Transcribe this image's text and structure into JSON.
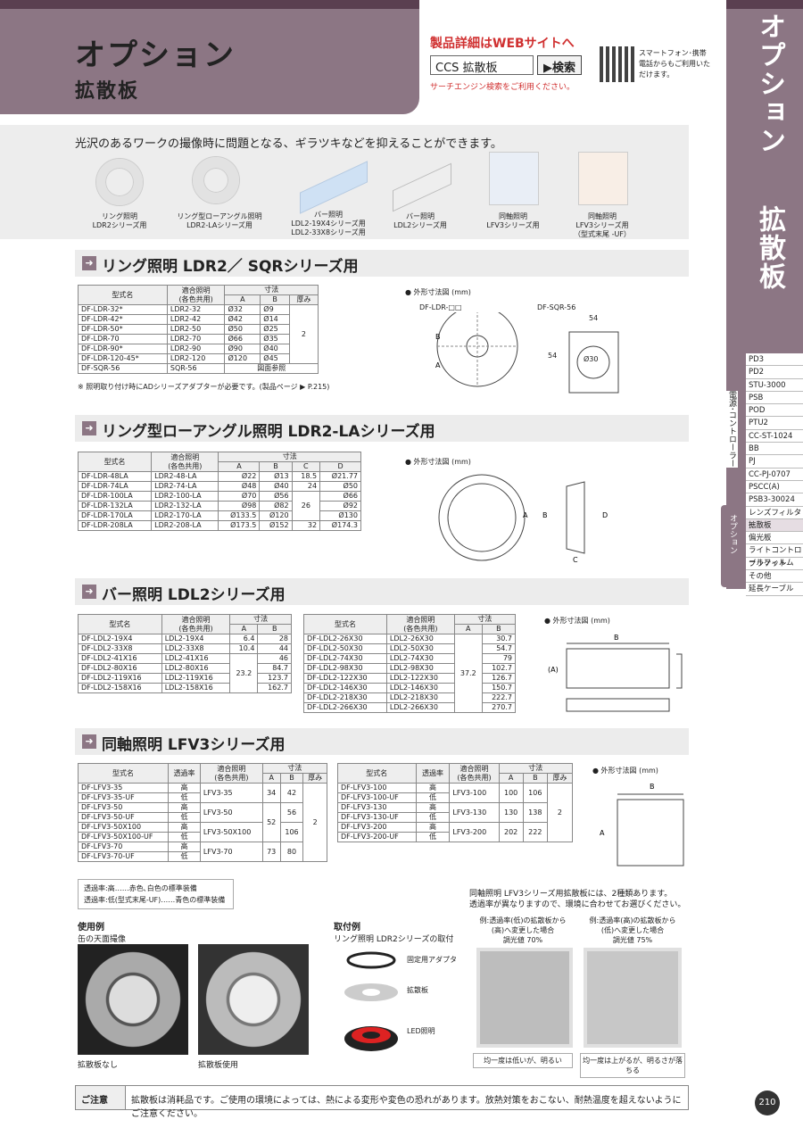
{
  "header": {
    "title": "オプション",
    "subtitle": "拡散板"
  },
  "web": {
    "heading": "製品詳細はWEBサイトへ",
    "search_value": "CCS 拡散板",
    "search_button": "▶検索",
    "note": "サーチエンジン検索をご利用ください。",
    "qr_text": "スマートフォン･携帯電話からもご利用いただけます。"
  },
  "side": {
    "title": "オプション",
    "sub": "拡散板",
    "group1": "電源･コントローラー",
    "group2": "オプション",
    "items": [
      "PD3",
      "PD2",
      "STU-3000",
      "PSB",
      "POD",
      "PTU2",
      "CC-ST-1024",
      "BB",
      "PJ",
      "CC-PJ-0707",
      "PSCC(A)",
      "PSB3-30024",
      "レンズフィルター",
      "拡散板",
      "偏光板",
      "ライトコントロールフィルム",
      "ブラケット",
      "その他",
      "延長ケーブル"
    ]
  },
  "intro": "光沢のあるワークの撮像時に問題となる、ギラツキなどを抑えることができます。",
  "products": [
    {
      "l1": "リング照明",
      "l2": "LDR2シリーズ用",
      "l3": ""
    },
    {
      "l1": "リング型ローアングル照明",
      "l2": "LDR2-LAシリーズ用",
      "l3": ""
    },
    {
      "l1": "バー照明",
      "l2": "LDL2-19X4シリーズ用",
      "l3": "LDL2-33X8シリーズ用"
    },
    {
      "l1": "バー照明",
      "l2": "LDL2シリーズ用",
      "l3": ""
    },
    {
      "l1": "同軸照明",
      "l2": "LFV3シリーズ用",
      "l3": ""
    },
    {
      "l1": "同軸照明",
      "l2": "LFV3シリーズ用",
      "l3": "（型式末尾 -UF）"
    }
  ],
  "s1": {
    "title": "リング照明 LDR2／ SQRシリーズ用",
    "diag": "外形寸法図 (mm)",
    "lbl1": "DF-LDR-□□",
    "lbl2": "DF-SQR-56",
    "d54a": "54",
    "d54b": "54",
    "d30": "Ø30",
    "h": {
      "model": "型式名",
      "light": "適合照明",
      "light2": "(各色共用)",
      "dim": "寸法",
      "a": "A",
      "b": "B",
      "t": "厚み",
      "tval": "2"
    },
    "rows": [
      [
        "DF-LDR-32*",
        "LDR2-32",
        "Ø32",
        "Ø9"
      ],
      [
        "DF-LDR-42*",
        "LDR2-42",
        "Ø42",
        "Ø14"
      ],
      [
        "DF-LDR-50*",
        "LDR2-50",
        "Ø50",
        "Ø25"
      ],
      [
        "DF-LDR-70",
        "LDR2-70",
        "Ø66",
        "Ø35"
      ],
      [
        "DF-LDR-90*",
        "LDR2-90",
        "Ø90",
        "Ø40"
      ],
      [
        "DF-LDR-120-45*",
        "LDR2-120",
        "Ø120",
        "Ø45"
      ]
    ],
    "last": {
      "model": "DF-SQR-56",
      "light": "SQR-56",
      "dim": "図面参照"
    },
    "note": "※ 照明取り付け時にADシリーズアダプターが必要です。(製品ページ ▶ P.215)"
  },
  "s2": {
    "title": "リング型ローアングル照明 LDR2-LAシリーズ用",
    "diag": "外形寸法図 (mm)",
    "h": {
      "c": "C",
      "d": "D"
    },
    "rows": [
      [
        "DF-LDR-48LA",
        "LDR2-48-LA",
        "Ø22",
        "Ø13",
        "18.5",
        "Ø21.77"
      ],
      [
        "DF-LDR-74LA",
        "LDR2-74-LA",
        "Ø48",
        "Ø40",
        "24",
        "Ø50"
      ],
      [
        "DF-LDR-100LA",
        "LDR2-100-LA",
        "Ø70",
        "Ø56",
        "",
        "Ø66"
      ],
      [
        "DF-LDR-132LA",
        "LDR2-132-LA",
        "Ø98",
        "Ø82",
        "26",
        "Ø92"
      ],
      [
        "DF-LDR-170LA",
        "LDR2-170-LA",
        "Ø133.5",
        "Ø120",
        "",
        "Ø130"
      ],
      [
        "DF-LDR-208LA",
        "LDR2-208-LA",
        "Ø173.5",
        "Ø152",
        "32",
        "Ø174.3"
      ]
    ]
  },
  "s3": {
    "title": "バー照明 LDL2シリーズ用",
    "diag": "外形寸法図 (mm)",
    "a_shared": "23.2",
    "a2_shared": "37.2",
    "rows": [
      [
        "DF-LDL2-19X4",
        "LDL2-19X4",
        "6.4",
        "28"
      ],
      [
        "DF-LDL2-33X8",
        "LDL2-33X8",
        "10.4",
        "44"
      ],
      [
        "DF-LDL2-41X16",
        "LDL2-41X16",
        "",
        "46"
      ],
      [
        "DF-LDL2-80X16",
        "LDL2-80X16",
        "",
        "84.7"
      ],
      [
        "DF-LDL2-119X16",
        "LDL2-119X16",
        "",
        "123.7"
      ],
      [
        "DF-LDL2-158X16",
        "LDL2-158X16",
        "",
        "162.7"
      ]
    ],
    "rows2": [
      [
        "DF-LDL2-26X30",
        "LDL2-26X30",
        "30.7"
      ],
      [
        "DF-LDL2-50X30",
        "LDL2-50X30",
        "54.7"
      ],
      [
        "DF-LDL2-74X30",
        "LDL2-74X30",
        "79"
      ],
      [
        "DF-LDL2-98X30",
        "LDL2-98X30",
        "102.7"
      ],
      [
        "DF-LDL2-122X30",
        "LDL2-122X30",
        "126.7"
      ],
      [
        "DF-LDL2-146X30",
        "LDL2-146X30",
        "150.7"
      ],
      [
        "DF-LDL2-218X30",
        "LDL2-218X30",
        "222.7"
      ],
      [
        "DF-LDL2-266X30",
        "LDL2-266X30",
        "270.7"
      ]
    ]
  },
  "s4": {
    "title": "同軸照明 LFV3シリーズ用",
    "diag": "外形寸法図 (mm)",
    "trans": "透過率",
    "rows": [
      [
        "DF-LFV3-35",
        "高",
        "LFV3-35",
        "34",
        "42"
      ],
      [
        "DF-LFV3-35-UF",
        "低",
        "",
        "",
        ""
      ],
      [
        "DF-LFV3-50",
        "高",
        "LFV3-50",
        "52",
        "56"
      ],
      [
        "DF-LFV3-50-UF",
        "低",
        "",
        "",
        ""
      ],
      [
        "DF-LFV3-50X100",
        "高",
        "LFV3-50X100",
        "",
        "106"
      ],
      [
        "DF-LFV3-50X100-UF",
        "低",
        "",
        "",
        ""
      ],
      [
        "DF-LFV3-70",
        "高",
        "LFV3-70",
        "73",
        "80"
      ],
      [
        "DF-LFV3-70-UF",
        "低",
        "",
        "",
        ""
      ]
    ],
    "rows2": [
      [
        "DF-LFV3-100",
        "高",
        "LFV3-100",
        "100",
        "106"
      ],
      [
        "DF-LFV3-100-UF",
        "低",
        "",
        "",
        ""
      ],
      [
        "DF-LFV3-130",
        "高",
        "LFV3-130",
        "130",
        "138"
      ],
      [
        "DF-LFV3-130-UF",
        "低",
        "",
        "",
        ""
      ],
      [
        "DF-LFV3-200",
        "高",
        "LFV3-200",
        "202",
        "222"
      ],
      [
        "DF-LFV3-200-UF",
        "低",
        "",
        "",
        ""
      ]
    ],
    "legend1": "透過率:高……赤色､白色の標準装備",
    "legend2": "透過率:低(型式末尾-UF)……青色の標準装備",
    "info1": "同軸照明 LFV3シリーズ用拡散板には、2種類あります。",
    "info2": "透過率が異なりますので、環境に合わせてお選びください。"
  },
  "usage": {
    "h": "使用例",
    "sub": "缶の天面撮像",
    "p1": "拡散板なし",
    "p2": "拡散板使用"
  },
  "mount": {
    "h": "取付例",
    "sub": "リング照明 LDR2シリーズの取付",
    "a": "固定用アダプタ",
    "b": "拡散板",
    "c": "LED照明"
  },
  "compare": {
    "c1a": "例:透過率(低)の拡散板から",
    "c1b": "(高)へ変更した場合",
    "v1": "調光値 70%",
    "n1": "均一度は低いが、明るい",
    "c2a": "例:透過率(高)の拡散板から",
    "c2b": "(低)へ変更した場合",
    "v2": "調光値 75%",
    "n2": "均一度は上がるが、明るさが落ちる"
  },
  "caution": {
    "h": "ご注意",
    "t": "拡散板は消耗品です。ご使用の環境によっては、熱による変形や変色の恐れがあります。放熱対策をおこない、耐熱温度を超えないようにご注意ください。"
  },
  "page": "210"
}
